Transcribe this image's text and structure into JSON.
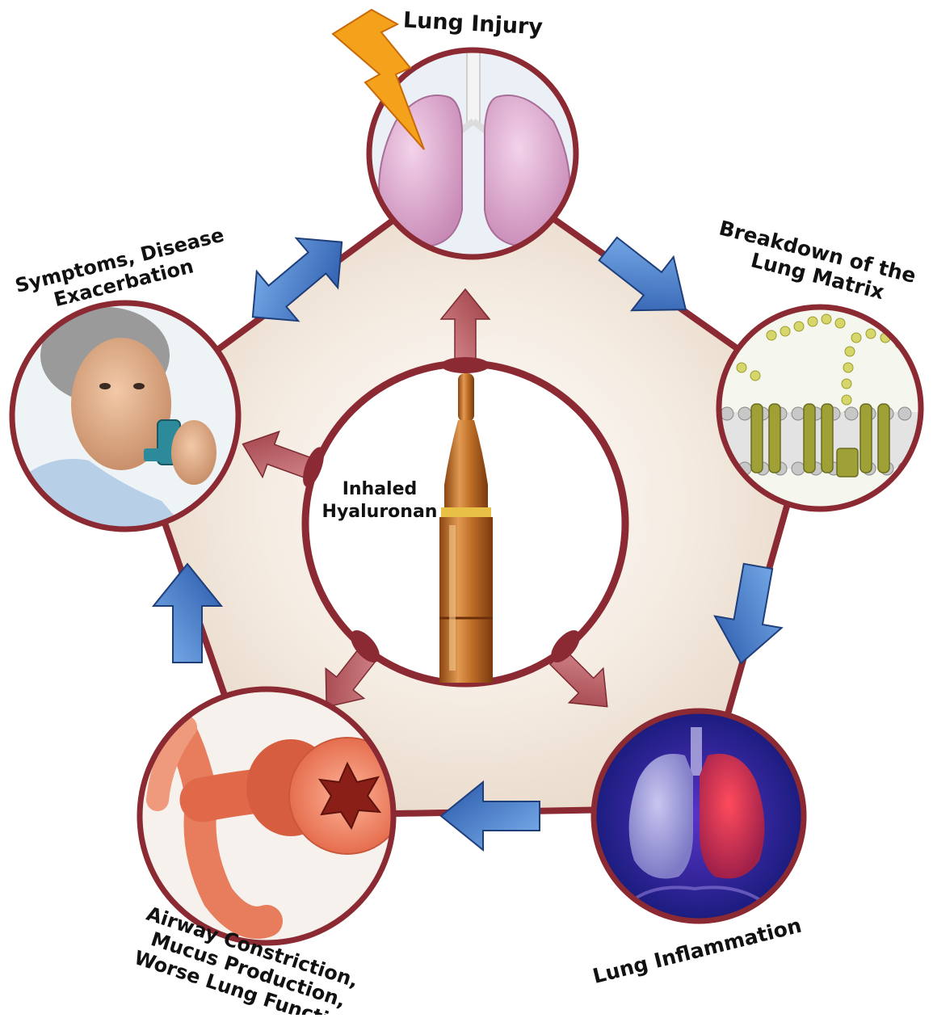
{
  "center": {
    "label_line1": "Inhaled",
    "label_line2": "Hyaluronan"
  },
  "stages": {
    "lung_injury": "Lung Injury",
    "matrix_line1": "Breakdown of the",
    "matrix_line2": "Lung Matrix",
    "inflammation": "Lung Inflammation",
    "airway_line1": "Airway Constriction,",
    "airway_line2": "Mucus Production,",
    "airway_line3": "Worse Lung Function",
    "symptoms_line1": "Symptoms, Disease",
    "symptoms_line2": "Exacerbation"
  },
  "colors": {
    "ring": "#8b2a32",
    "blue_arrow": "#3f78c8",
    "red_arrow": "#b85a60",
    "vial": "#b5621f"
  },
  "icons": {
    "lung_injury": "lungs-lightning-icon",
    "matrix": "cell-membrane-icon",
    "inflammation": "inflamed-lungs-icon",
    "airway": "airway-tube-icon",
    "symptoms": "man-with-inhaler-icon",
    "center": "ampoule-vial-icon"
  }
}
